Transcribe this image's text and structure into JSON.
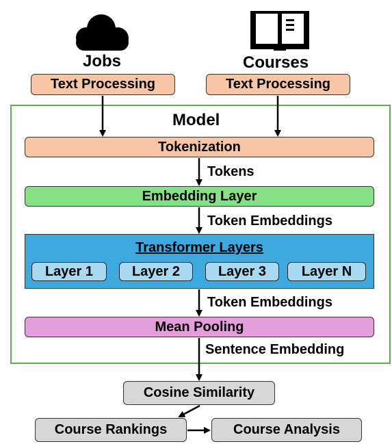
{
  "inputs": {
    "jobs": {
      "title": "Jobs",
      "icon": "cloud-icon",
      "step": "Text Processing"
    },
    "courses": {
      "title": "Courses",
      "icon": "book-icon",
      "step": "Text Processing"
    }
  },
  "model": {
    "title": "Model",
    "tokenization": "Tokenization",
    "tokens_label": "Tokens",
    "embedding_layer": "Embedding Layer",
    "token_embeddings_label_1": "Token Embeddings",
    "transformer": {
      "title": "Transformer Layers",
      "layers": [
        "Layer 1",
        "Layer 2",
        "Layer 3",
        "Layer N"
      ]
    },
    "token_embeddings_label_2": "Token Embeddings",
    "mean_pooling": "Mean Pooling"
  },
  "sentence_embedding_label": "Sentence Embedding",
  "cosine_similarity": "Cosine Similarity",
  "course_rankings": "Course Rankings",
  "course_analysis": "Course Analysis",
  "colors": {
    "text_processing": "#f8c6a7",
    "embedding": "#86e086",
    "transformer": "#3ea9de",
    "layer": "#a7d9f3",
    "pooling": "#e39edb",
    "output": "#d7d7d7",
    "model_border": "#5cae4a"
  }
}
